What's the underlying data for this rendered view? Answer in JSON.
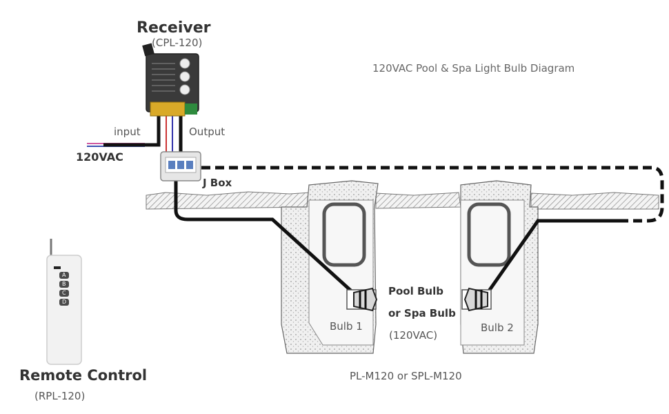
{
  "diagram_title": "120VAC Pool & Spa Light Bulb Diagram",
  "receiver": {
    "name": "Receiver",
    "model": "(CPL-120)"
  },
  "wiring": {
    "input_label": "input",
    "output_label": "Output",
    "supply_label": "120VAC",
    "jbox_label": "J Box"
  },
  "bulbs": {
    "bulb1": "Bulb 1",
    "bulb2": "Bulb 2",
    "type_line1": "Pool Bulb",
    "type_line2": "or Spa Bulb",
    "voltage": "(120VAC)"
  },
  "model_note": "PL-M120 or SPL-M120",
  "remote": {
    "name": "Remote Control",
    "model": "(RPL-120)",
    "buttons": [
      "A",
      "B",
      "C",
      "D"
    ]
  },
  "colors": {
    "wire": "#111111",
    "hatch": "#8a8a8a",
    "device_dark": "#333333",
    "remote_body": "#f2f2f2"
  }
}
